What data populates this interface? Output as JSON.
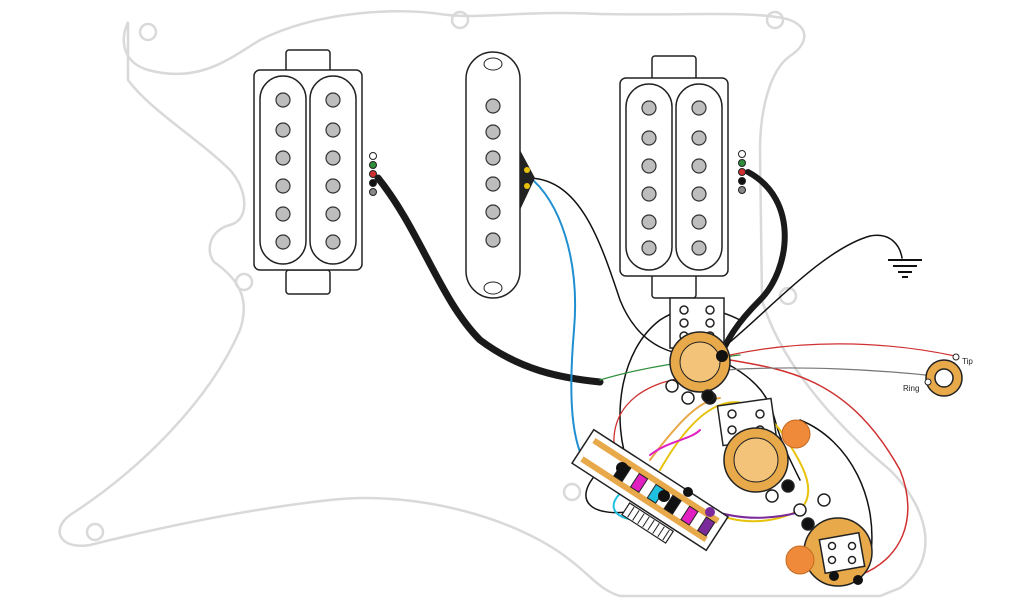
{
  "diagram": {
    "jack_labels": {
      "tip": "Tip",
      "ring": "Ring"
    },
    "colors": {
      "pickguard_outline": "#d9d9d9",
      "pickup_body": "#ffffff",
      "pickup_outline": "#222222",
      "pole_piece": "#bdbdbd",
      "pot_body": "#e8a94a",
      "capacitor": "#ef8a3a",
      "shielded_cable": "#1a1a1a",
      "wire_blue": "#1f8fd0",
      "wire_red": "#d03030",
      "wire_green": "#2f8f3a",
      "wire_yellow": "#e8c20a",
      "wire_magenta": "#e020c0",
      "wire_cyan": "#20c0e0",
      "wire_purple": "#7a2a9a",
      "wire_black": "#111111"
    },
    "components": [
      "neck-humbucker",
      "middle-single-coil",
      "bridge-humbucker",
      "five-way-switch",
      "push-pull-pot",
      "tone-pot-1",
      "tone-pot-2",
      "output-jack",
      "ground-symbol"
    ]
  }
}
